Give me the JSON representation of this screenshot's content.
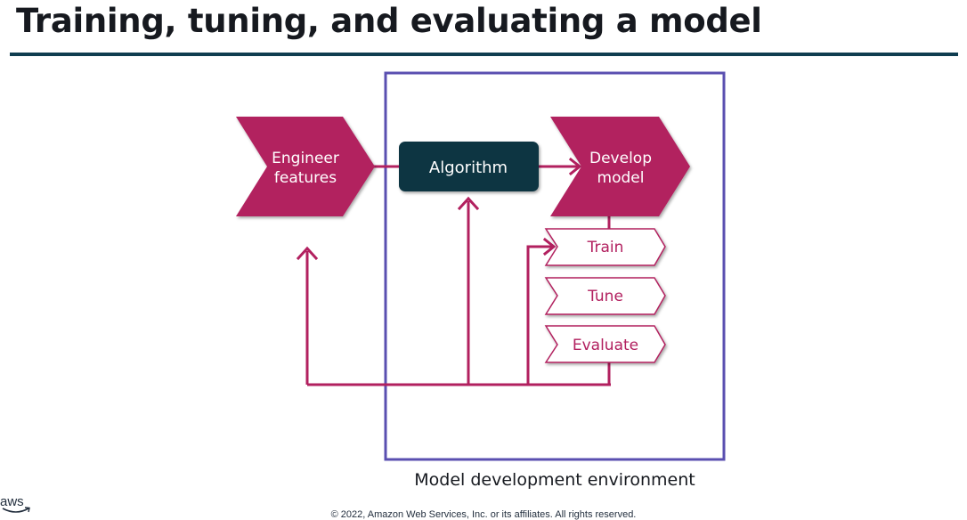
{
  "slide": {
    "title": "Training, tuning, and evaluating a model",
    "copyright": "© 2022, Amazon Web Services, Inc. or its affiliates. All rights reserved."
  },
  "logo": {
    "text": "aws"
  },
  "diagram": {
    "engineer_features": {
      "line1": "Engineer",
      "line2": "features"
    },
    "algorithm": {
      "label": "Algorithm"
    },
    "develop_model": {
      "line1": "Develop",
      "line2": "model"
    },
    "steps": [
      "Train",
      "Tune",
      "Evaluate"
    ],
    "environment_label": "Model development environment"
  },
  "colors": {
    "magenta": "#b2205f",
    "dark_teal": "#0c3543",
    "environment_border": "#5a4fb0",
    "title": "#16191f",
    "rule": "#0f3d50"
  }
}
